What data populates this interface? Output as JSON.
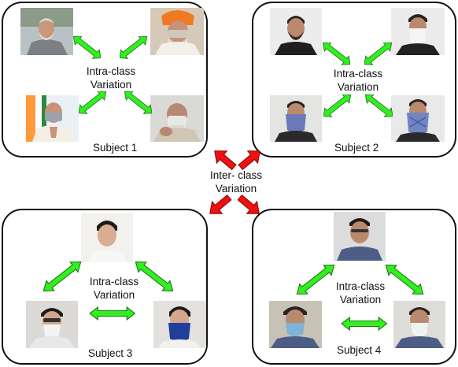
{
  "colors": {
    "intra_arrow": "#33ee22",
    "inter_arrow": "#ee1111",
    "panel_border": "#111111"
  },
  "panels": [
    {
      "subject_label": "Subject 1",
      "intra_line1": "Intra-class",
      "intra_line2": "Variation"
    },
    {
      "subject_label": "Subject 2",
      "intra_line1": "Intra-class",
      "intra_line2": "Variation"
    },
    {
      "subject_label": "Subject 3",
      "intra_line1": "Intra-class",
      "intra_line2": "Variation"
    },
    {
      "subject_label": "Subject 4",
      "intra_line1": "Intra-class",
      "intra_line2": "Variation"
    }
  ],
  "inter": {
    "line1": "Inter- class",
    "line2": "Variation"
  }
}
